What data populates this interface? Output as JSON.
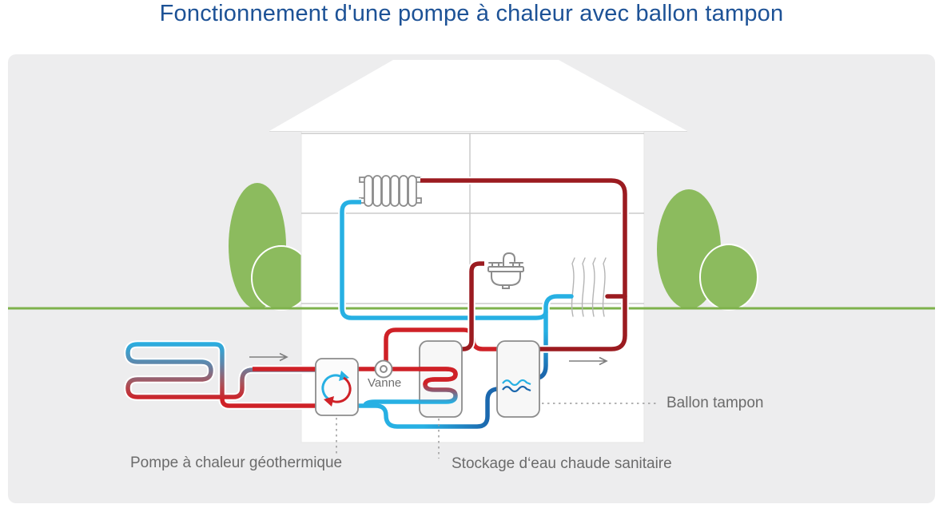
{
  "title": "Fonctionnement d'une pompe à chaleur avec ballon tampon",
  "diagram": {
    "valve_label": "Vanne",
    "heat_pump_label": "Pompe à chaleur géothermique",
    "storage_label": "Stockage d‘eau chaude sanitaire",
    "buffer_label": "Ballon tampon"
  },
  "icons": [
    "radiator-icon",
    "sink-icon",
    "heat-waves-icon",
    "refrigerant-cycle-icon",
    "valve-icon",
    "water-waves-icon",
    "ground-loop-coil",
    "arrow-right-icon"
  ],
  "colors": {
    "title_blue": "#1d5296",
    "panel_bg": "#ededee",
    "bush_green": "#8cbb5e",
    "ground_line_green": "#7eb24c",
    "pipe_hot": "#cf2127",
    "pipe_hot_dark": "#9b1b20",
    "pipe_cold": "#27b0e3",
    "pipe_cold_dark": "#1b67ad",
    "outline_gray": "#8c8c8c",
    "wall_gray": "#cbcbcb",
    "label_gray": "#6b6b6b"
  }
}
